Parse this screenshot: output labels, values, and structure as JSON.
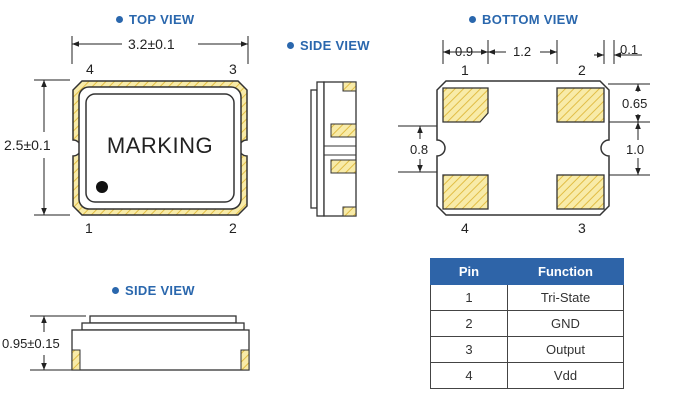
{
  "views": {
    "top": "TOP VIEW",
    "side": "SIDE VIEW",
    "bottom": "BOTTOM VIEW",
    "side2": "SIDE VIEW"
  },
  "top_view": {
    "width_dim": "3.2±0.1",
    "height_dim": "2.5±0.1",
    "marking": "MARKING",
    "pin_labels": {
      "p1": "1",
      "p2": "2",
      "p3": "3",
      "p4": "4"
    }
  },
  "bottom_view": {
    "dim_pad_width": "0.9",
    "dim_pad_gap": "1.2",
    "dim_edge": "0.1",
    "dim_pad_height": "0.65",
    "dim_gap_left": "0.8",
    "dim_gap_right": "1.0",
    "pin_labels": {
      "p1": "1",
      "p2": "2",
      "p3": "3",
      "p4": "4"
    }
  },
  "side_view_2": {
    "height_dim": "0.95±0.15"
  },
  "pin_table": {
    "headers": [
      "Pin",
      "Function"
    ],
    "rows": [
      {
        "pin": "1",
        "function": "Tri-State"
      },
      {
        "pin": "2",
        "function": "GND"
      },
      {
        "pin": "3",
        "function": "Output"
      },
      {
        "pin": "4",
        "function": "Vdd"
      }
    ]
  },
  "colors": {
    "accent": "#2a67ad",
    "table_header": "#2e64a8",
    "pad_fill": "#f6e7a0",
    "pad_hatch": "#e3c04a"
  }
}
